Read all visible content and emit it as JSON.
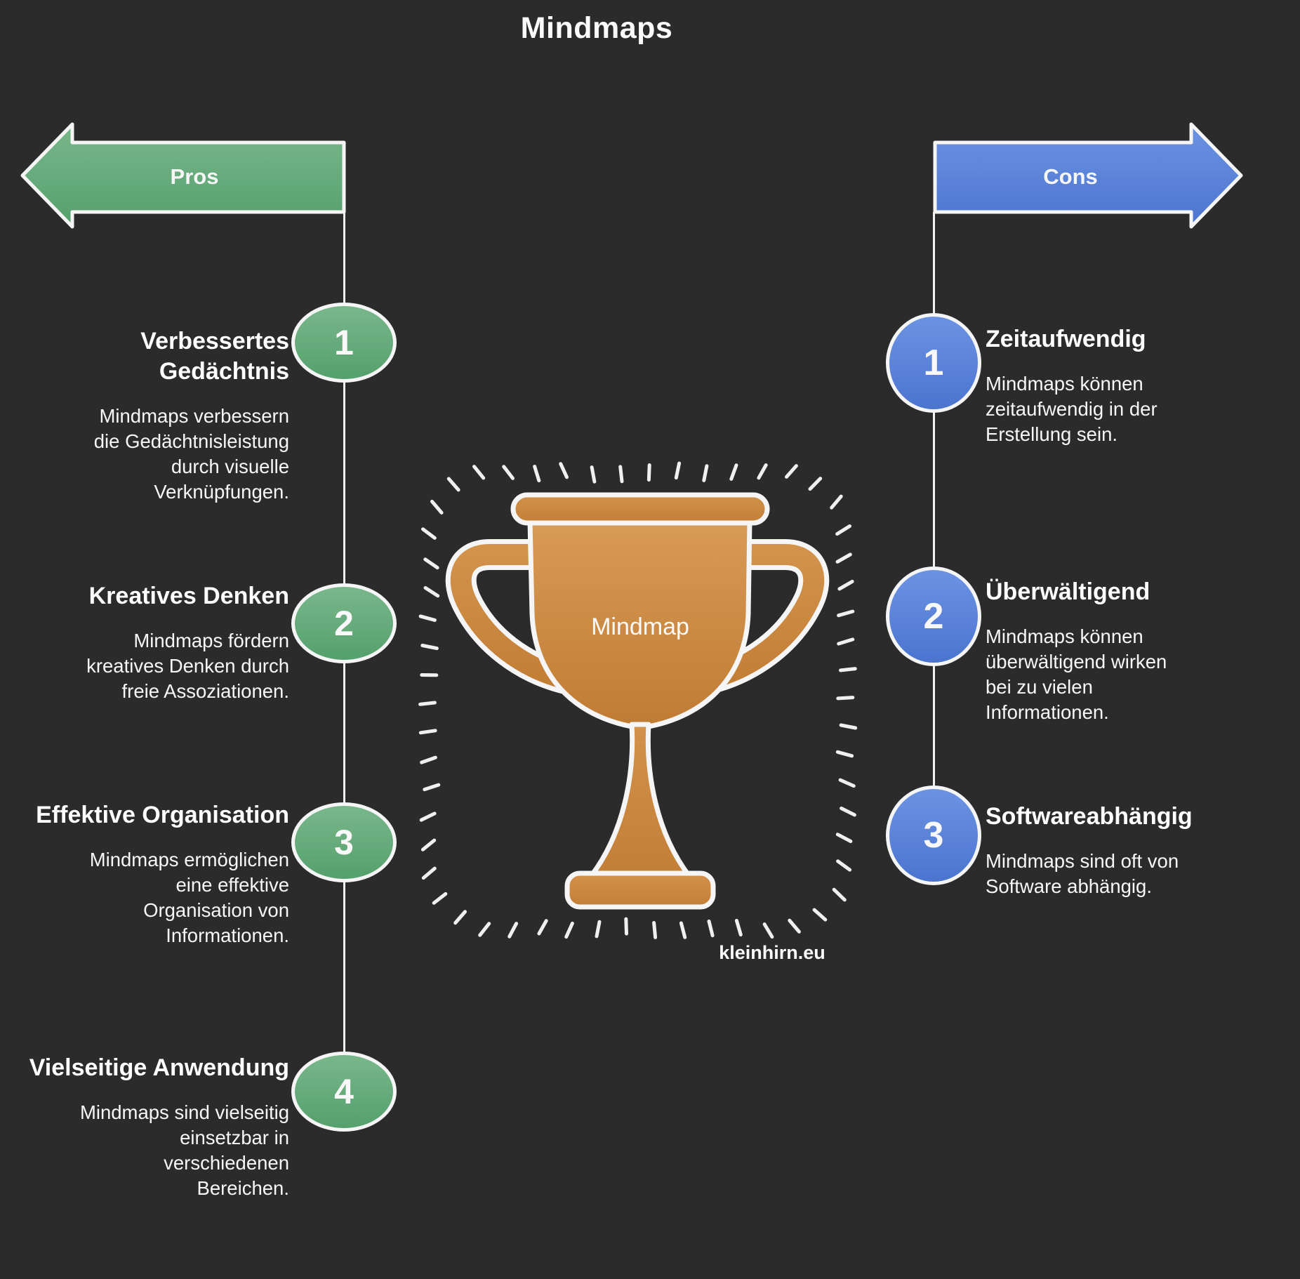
{
  "title": "Mindmaps",
  "pros": {
    "label": "Pros",
    "color": "#68a87c",
    "items": [
      {
        "num": "1",
        "heading": "Verbessertes Gedächtnis",
        "body": "Mindmaps verbessern die Gedächtnisleistung durch visuelle Verknüpfungen."
      },
      {
        "num": "2",
        "heading": "Kreatives Denken",
        "body": "Mindmaps fördern kreatives Denken durch freie Assoziationen."
      },
      {
        "num": "3",
        "heading": "Effektive Organisation",
        "body": "Mindmaps ermöglichen eine effektive Organisation von Informationen."
      },
      {
        "num": "4",
        "heading": "Vielseitige Anwendung",
        "body": "Mindmaps sind vielseitig einsetzbar in verschiedenen Bereichen."
      }
    ]
  },
  "cons": {
    "label": "Cons",
    "color": "#5c83d6",
    "items": [
      {
        "num": "1",
        "heading": "Zeitaufwendig",
        "body": "Mindmaps können zeitaufwendig in der Erstellung sein."
      },
      {
        "num": "2",
        "heading": "Überwältigend",
        "body": "Mindmaps können überwältigend wirken bei zu vielen Informationen."
      },
      {
        "num": "3",
        "heading": "Softwareabhängig",
        "body": "Mindmaps sind oft von Software abhängig."
      }
    ]
  },
  "center": {
    "trophy_label": "Mindmap",
    "credit": "kleinhirn.eu",
    "trophy_color": "#cd8a42"
  },
  "colors": {
    "background": "#2b2b2b",
    "outline": "#f2f2f2",
    "green_top": "#79b78b",
    "green_bottom": "#55a06d",
    "blue_top": "#6c93e2",
    "blue_bottom": "#4b74cf",
    "gold_top": "#d89b57",
    "gold_bottom": "#c07b33"
  }
}
